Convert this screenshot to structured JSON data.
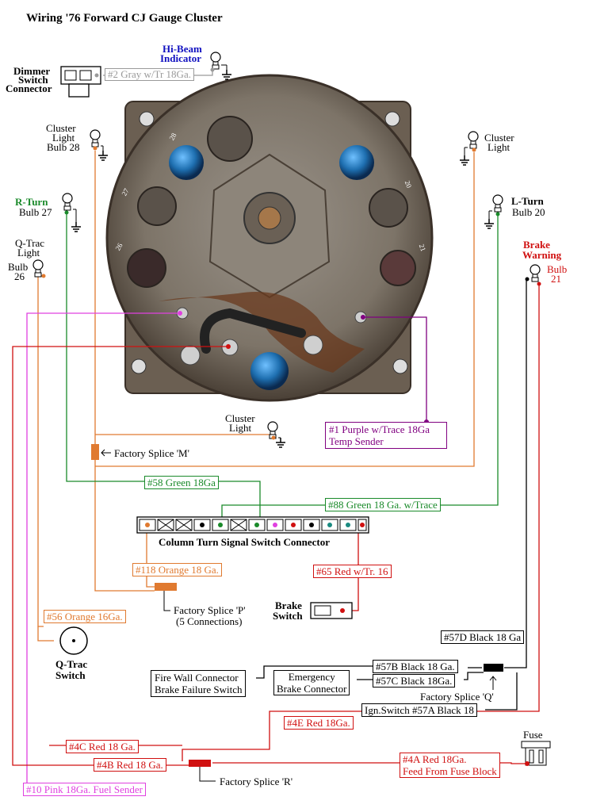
{
  "title": "Wiring '76 Forward CJ Gauge Cluster",
  "colors": {
    "gray": "#9a9a9a",
    "blue": "#1010c0",
    "green": "#1a8a2a",
    "orange": "#e07a30",
    "red": "#d01010",
    "purple": "#800080",
    "pink": "#e040e0",
    "black": "#000000"
  },
  "bulbs": {
    "hibeam_line1": "Hi-Beam",
    "hibeam_line2": "Indicator",
    "cluster_left_line1": "Cluster",
    "cluster_left_line2": "Light",
    "cluster_left_line3": "Bulb 28",
    "cluster_right_line1": "Cluster",
    "cluster_right_line2": "Light",
    "rturn_line1": "R-Turn",
    "rturn_line2": "Bulb 27",
    "lturn_line1": "L-Turn",
    "lturn_line2": "Bulb 20",
    "qtrac_line1": "Q-Trac",
    "qtrac_line2": "Light",
    "qtrac_line3": "Bulb",
    "qtrac_line4": "26",
    "brake_line1": "Brake",
    "brake_line2": "Warning",
    "brake_line3": "Bulb",
    "brake_line4": "21",
    "cluster_bottom_line1": "Cluster",
    "cluster_bottom_line2": "Light"
  },
  "dimmer": {
    "line1": "Dimmer",
    "line2": "Switch",
    "line3": "Connector"
  },
  "cluster_numbers": {
    "n28": "28",
    "n27": "27",
    "n26": "26",
    "n20": "20",
    "n21": "21"
  },
  "wires": {
    "w2": "#2 Gray w/Tr 18Ga.",
    "w1_line1": "#1 Purple w/Trace 18Ga",
    "w1_line2": "Temp Sender",
    "w58": "#58 Green 18Ga",
    "w88": "#88 Green 18 Ga. w/Trace",
    "w118": "#118 Orange 18 Ga.",
    "w65": "#65 Red w/Tr. 16",
    "w56": "#56 Orange 16Ga.",
    "w57d": "#57D Black 18 Ga",
    "w57b": "#57B Black 18 Ga.",
    "w57c": "#57C Black 18Ga.",
    "w57a": "Ign.Switch #57A Black 18",
    "w4e": "#4E Red 18Ga.",
    "w4c": "#4C Red 18 Ga.",
    "w4b": "#4B Red 18 Ga.",
    "w4a_line1": "#4A Red 18Ga.",
    "w4a_line2": "Feed From Fuse Block",
    "w10": "#10 Pink 18Ga. Fuel Sender"
  },
  "splices": {
    "m": "Factory Splice 'M'",
    "p_line1": "Factory Splice 'P'",
    "p_line2": "(5 Connections)",
    "q": "Factory Splice 'Q'",
    "r": "Factory Splice 'R'"
  },
  "components": {
    "column_connector": "Column Turn Signal Switch Connector",
    "brake_switch_line1": "Brake",
    "brake_switch_line2": "Switch",
    "qtrac_switch_line1": "Q-Trac",
    "qtrac_switch_line2": "Switch",
    "firewall_line1": "Fire Wall Connector",
    "firewall_line2": "Brake Failure Switch",
    "emergency_line1": "Emergency",
    "emergency_line2": "Brake Connector",
    "fuse": "Fuse"
  }
}
